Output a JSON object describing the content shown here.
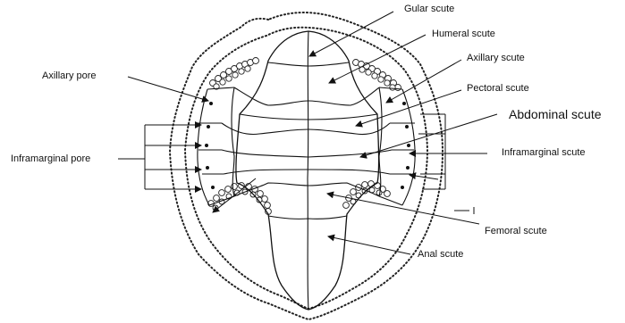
{
  "labels": {
    "gular": "Gular scute",
    "humeral": "Humeral scute",
    "axillary_scute": "Axillary scute",
    "pectoral": "Pectoral scute",
    "abdominal": "Abdominal scute",
    "inframarginal_scute": "Inframarginal scute",
    "femoral": "Femoral scute",
    "anal": "Anal scute",
    "axillary_pore": "Axillary pore",
    "inframarginal_pore": "Inframarginal pore"
  },
  "colors": {
    "ink": "#111111",
    "background": "#ffffff"
  }
}
